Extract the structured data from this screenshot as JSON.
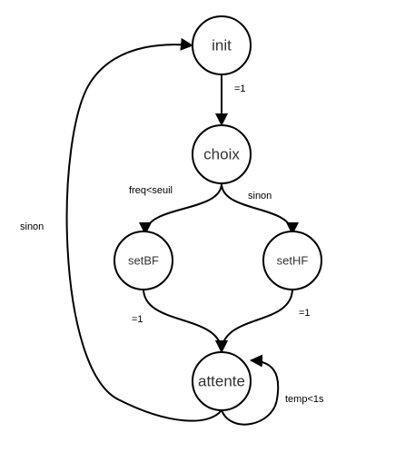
{
  "nodes": {
    "init": "init",
    "choix": "choix",
    "setBF": "setBF",
    "setHF": "setHF",
    "attente": "attente"
  },
  "transitions": {
    "init_to_choix": "=1",
    "choix_to_setBF": "freq<seuil",
    "choix_to_setHF": "sinon",
    "setBF_to_attente": "=1",
    "setHF_to_attente": "=1",
    "attente_self_loop": "temp<1s",
    "attente_to_init": "sinon"
  }
}
